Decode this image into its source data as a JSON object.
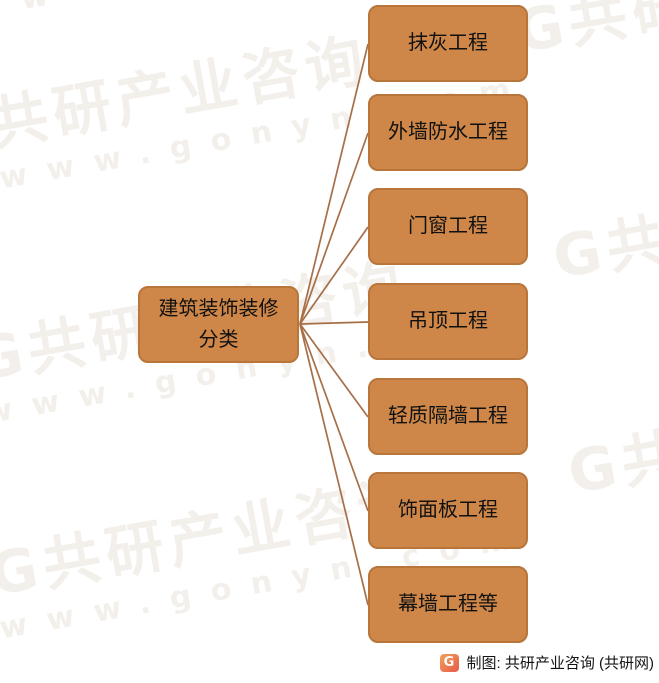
{
  "diagram": {
    "root": {
      "label": "建筑装饰装修分类"
    },
    "branches": [
      {
        "label": "抹灰工程"
      },
      {
        "label": "外墙防水工程"
      },
      {
        "label": "门窗工程"
      },
      {
        "label": "吊顶工程"
      },
      {
        "label": "轻质隔墙工程"
      },
      {
        "label": "饰面板工程"
      },
      {
        "label": "幕墙工程等"
      }
    ]
  },
  "watermark": {
    "brand_text": "共研产业咨询",
    "url_text": "www.gonyn.com",
    "logo_glyph": "G",
    "color": "#f3f0ec"
  },
  "footer": {
    "logo_letter": "G",
    "credit_text": "制图: 共研产业咨询 (共研网)"
  },
  "colors": {
    "node_fill": "#ce8748",
    "node_border": "#b9763b",
    "connector_line": "#a76f48",
    "footer_text": "#141414",
    "logo_gradient_start": "#f2a058",
    "logo_gradient_end": "#e55b4b"
  }
}
